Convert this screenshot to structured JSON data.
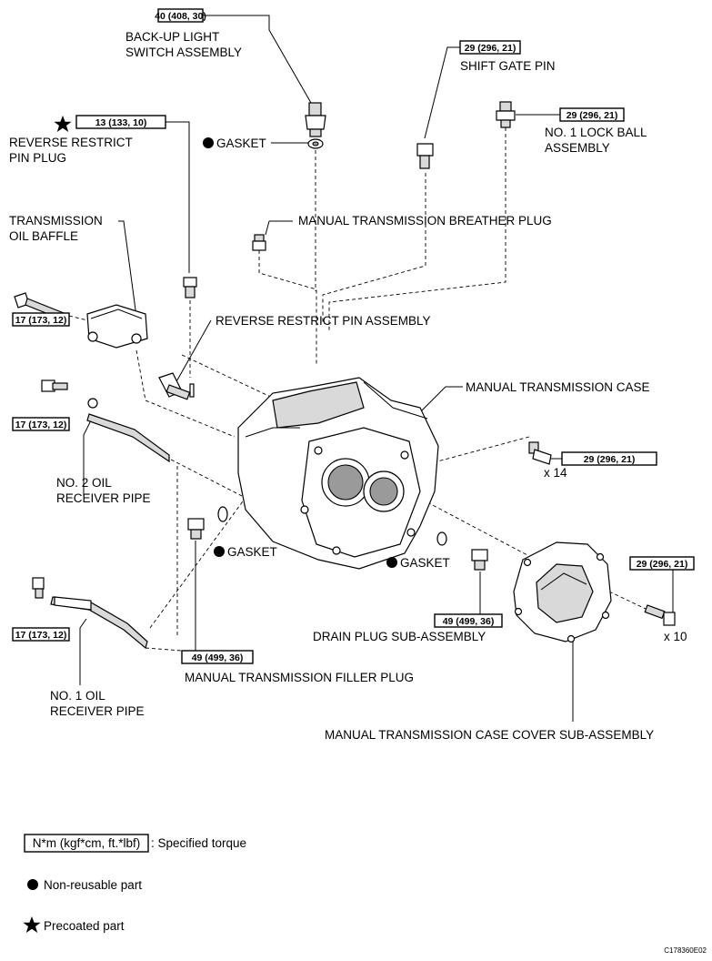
{
  "torque": {
    "back_up_light": "40 (408, 30)",
    "shift_gate_pin": "29 (296, 21)",
    "lock_ball": "29 (296, 21)",
    "reverse_restrict_plug": "13 (133, 10)",
    "baffle_bolt": "17 (173, 12)",
    "no2_pipe_bolt": "17 (173, 12)",
    "no1_pipe_bolt": "17 (173, 12)",
    "case_bolt": "29 (296, 21)",
    "cover_bolt": "29 (296, 21)",
    "drain_plug": "49 (499, 36)",
    "filler_plug": "49 (499, 36)"
  },
  "labels": {
    "back_up_light_1": "BACK-UP LIGHT",
    "back_up_light_2": "SWITCH ASSEMBLY",
    "shift_gate_pin": "SHIFT GATE PIN",
    "lock_ball_1": "NO. 1 LOCK BALL",
    "lock_ball_2": "ASSEMBLY",
    "reverse_plug_1": "REVERSE RESTRICT",
    "reverse_plug_2": "PIN PLUG",
    "gasket_top": "GASKET",
    "baffle_1": "TRANSMISSION",
    "baffle_2": "OIL BAFFLE",
    "breather": "MANUAL TRANSMISSION BREATHER PLUG",
    "reverse_pin_assy": "REVERSE RESTRICT PIN ASSEMBLY",
    "case": "MANUAL TRANSMISSION CASE",
    "x14": "x 14",
    "no2_pipe_1": "NO. 2 OIL",
    "no2_pipe_2": "RECEIVER PIPE",
    "gasket_filler": "GASKET",
    "gasket_drain": "GASKET",
    "drain_plug": "DRAIN PLUG SUB-ASSEMBLY",
    "x10": "x 10",
    "filler_plug": "MANUAL TRANSMISSION FILLER PLUG",
    "no1_pipe_1": "NO. 1 OIL",
    "no1_pipe_2": "RECEIVER PIPE",
    "cover": "MANUAL TRANSMISSION CASE COVER SUB-ASSEMBLY"
  },
  "legend": {
    "torque_box": "N*m (kgf*cm, ft.*lbf)",
    "torque_text": ": Specified torque",
    "non_reusable": "Non-reusable part",
    "precoated": "Precoated part"
  },
  "figure_code": "C178360E02"
}
